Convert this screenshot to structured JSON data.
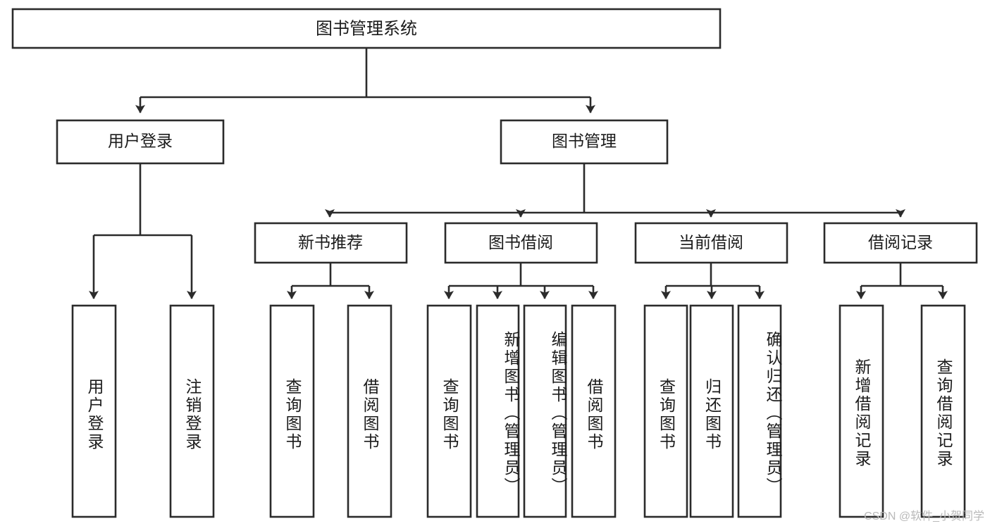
{
  "diagram": {
    "title": "图书管理系统",
    "type": "tree-hierarchy-flowchart",
    "root": {
      "id": "root",
      "label": "图书管理系统",
      "orientation": "horizontal"
    },
    "level2": [
      {
        "id": "user-login",
        "label": "用户登录",
        "orientation": "horizontal"
      },
      {
        "id": "book-manage",
        "label": "图书管理",
        "orientation": "horizontal"
      }
    ],
    "level3": [
      {
        "id": "new-book-recommend",
        "label": "新书推荐",
        "parent": "book-manage",
        "orientation": "horizontal"
      },
      {
        "id": "book-borrow",
        "label": "图书借阅",
        "parent": "book-manage",
        "orientation": "horizontal"
      },
      {
        "id": "current-borrow",
        "label": "当前借阅",
        "parent": "book-manage",
        "orientation": "horizontal"
      },
      {
        "id": "borrow-record",
        "label": "借阅记录",
        "parent": "book-manage",
        "orientation": "horizontal"
      }
    ],
    "leaves": [
      {
        "id": "leaf-user-login",
        "label": "用户登录",
        "parent": "user-login",
        "orientation": "vertical"
      },
      {
        "id": "leaf-logout-login",
        "label": "注销登录",
        "parent": "user-login",
        "orientation": "vertical"
      },
      {
        "id": "leaf-query-book-1",
        "label": "查询图书",
        "parent": "new-book-recommend",
        "orientation": "vertical"
      },
      {
        "id": "leaf-borrow-book-1",
        "label": "借阅图书",
        "parent": "new-book-recommend",
        "orientation": "vertical"
      },
      {
        "id": "leaf-query-book-2",
        "label": "查询图书",
        "parent": "book-borrow",
        "orientation": "vertical"
      },
      {
        "id": "leaf-add-book",
        "label": "新增图书（管理员）",
        "parent": "book-borrow",
        "orientation": "vertical"
      },
      {
        "id": "leaf-edit-book",
        "label": "编辑图书（管理员）",
        "parent": "book-borrow",
        "orientation": "vertical"
      },
      {
        "id": "leaf-borrow-book-2",
        "label": "借阅图书",
        "parent": "book-borrow",
        "orientation": "vertical"
      },
      {
        "id": "leaf-query-book-3",
        "label": "查询图书",
        "parent": "current-borrow",
        "orientation": "vertical"
      },
      {
        "id": "leaf-return-book",
        "label": "归还图书",
        "parent": "current-borrow",
        "orientation": "vertical"
      },
      {
        "id": "leaf-confirm-return",
        "label": "确认归还（管理员）",
        "parent": "current-borrow",
        "orientation": "vertical"
      },
      {
        "id": "leaf-add-record",
        "label": "新增借阅记录",
        "parent": "borrow-record",
        "orientation": "vertical"
      },
      {
        "id": "leaf-query-record",
        "label": "查询借阅记录",
        "parent": "borrow-record",
        "orientation": "vertical"
      }
    ],
    "colors": {
      "box_fill": "#ffffff",
      "box_stroke": "#2b2b2b",
      "text": "#1b1b1b",
      "background": "#ffffff",
      "watermark": "#b9b9b9"
    }
  },
  "watermark": {
    "text": "CSDN @软件_小贺同学"
  }
}
